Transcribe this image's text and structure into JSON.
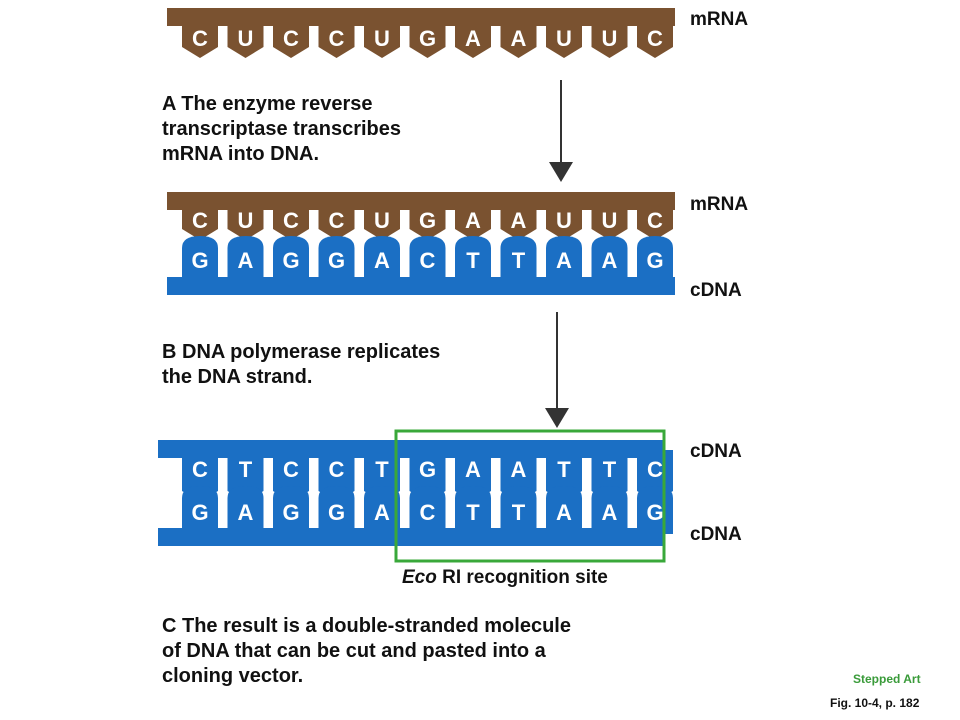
{
  "colors": {
    "mrna": "#7a5230",
    "dna": "#1b6fc4",
    "site_box": "#39a83a",
    "base_text": "#ffffff",
    "arrow": "#333333"
  },
  "stage_a": {
    "strand_label": "mRNA",
    "mrna_bases": [
      "C",
      "U",
      "C",
      "C",
      "U",
      "G",
      "A",
      "A",
      "U",
      "U",
      "C"
    ],
    "caption": "A  The enzyme reverse\ntranscriptase transcribes\nmRNA into DNA."
  },
  "stage_b": {
    "top_label": "mRNA",
    "bottom_label": "cDNA",
    "mrna_bases": [
      "C",
      "U",
      "C",
      "C",
      "U",
      "G",
      "A",
      "A",
      "U",
      "U",
      "C"
    ],
    "cdna_bases": [
      "G",
      "A",
      "G",
      "G",
      "A",
      "C",
      "T",
      "T",
      "A",
      "A",
      "G"
    ],
    "caption": "B  DNA polymerase replicates\nthe DNA strand."
  },
  "stage_c": {
    "top_label": "cDNA",
    "bottom_label": "cDNA",
    "top_bases": [
      "C",
      "T",
      "C",
      "C",
      "T",
      "G",
      "A",
      "A",
      "T",
      "T",
      "C"
    ],
    "bottom_bases": [
      "G",
      "A",
      "G",
      "G",
      "A",
      "C",
      "T",
      "T",
      "A",
      "A",
      "G"
    ],
    "site_label_italic": "Eco",
    "site_label_rest": " RI recognition site",
    "caption": "C  The result is a double-stranded molecule\nof DNA that can be cut and pasted into a\ncloning vector."
  },
  "footer": {
    "stepped_art": "Stepped Art",
    "fig_ref": "Fig. 10-4, p. 182"
  }
}
